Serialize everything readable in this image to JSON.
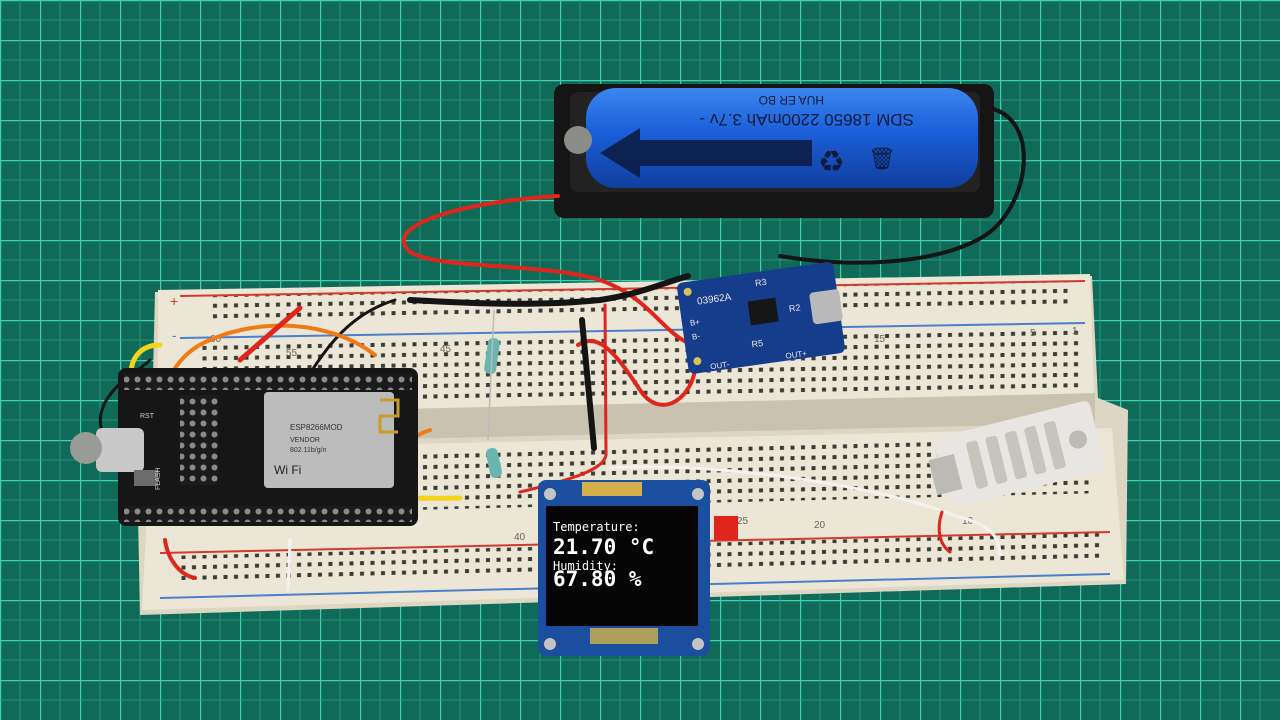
{
  "battery": {
    "brand": "HUA ER BO",
    "label": "SDM 18650 2200mAh 3.7v -"
  },
  "charger_module": {
    "chip_code": "03962A",
    "pin_labels": [
      "R3",
      "R2",
      "R5",
      "OUT-",
      "B+",
      "B-",
      "OUT+"
    ]
  },
  "oled": {
    "temperature_label": "Temperature:",
    "temperature_value": "21.70 °C",
    "humidity_label": "Humidity:",
    "humidity_value": "67.80 %"
  },
  "breadboard": {
    "column_numbers": [
      "60",
      "55",
      "45",
      "40",
      "25",
      "20",
      "15",
      "10",
      "5",
      "1"
    ],
    "rail_signs": [
      "+",
      "-"
    ]
  },
  "mcu_board": {
    "chip_text": [
      "ESP8266MOD",
      "VENDOR",
      "802.11b/g/n",
      "Wi Fi"
    ],
    "button_labels": [
      "FLASH",
      "RST"
    ]
  },
  "colors": {
    "mat": "#0f6b57",
    "grid_line": "#3fd0b0",
    "breadboard": "#ece6d6",
    "battery_blue": "#1a5ed8",
    "pcb_blue": "#163c8c",
    "wire_red": "#e0261c",
    "wire_orange": "#f07a14",
    "wire_yellow": "#f4d31a",
    "wire_black": "#141414",
    "sensor_white": "#e8e6e2"
  }
}
